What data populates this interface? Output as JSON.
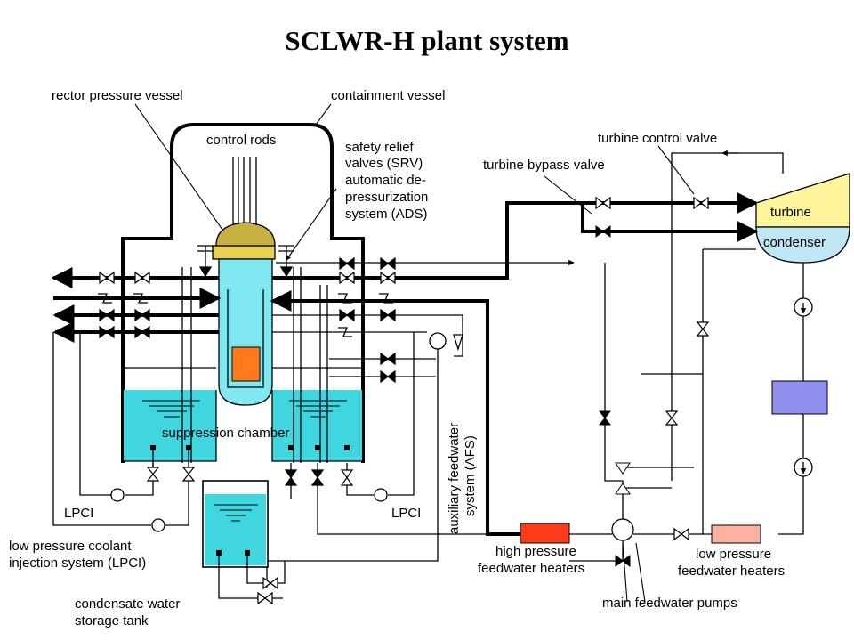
{
  "title": "SCLWR-H plant system",
  "labels": {
    "rpv": "rector pressure vessel",
    "containment": "containment vessel",
    "control_rods": "control rods",
    "srv_1": "safety relief",
    "srv_2": "valves (SRV)",
    "srv_3": "automatic de-",
    "srv_4": "pressurization",
    "srv_5": "system (ADS)",
    "turbine_control_valve": "turbine control valve",
    "turbine_bypass_valve": "turbine bypass valve",
    "turbine": "turbine",
    "condenser": "condenser",
    "suppression_chamber": "suppression chamber",
    "afs_1": "auxiliary feedwater",
    "afs_2": "system (AFS)",
    "lpci_left": "LPCI",
    "lpci_right": "LPCI",
    "lpci_sys_1": "low pressure coolant",
    "lpci_sys_2": "injection system (LPCI)",
    "cst_1": "condensate water",
    "cst_2": "storage tank",
    "hp_1": "high pressure",
    "hp_2": "feedwater heaters",
    "lp_1": "low pressure",
    "lp_2": "feedwater heaters",
    "mfp": "main feedwater pumps"
  },
  "colors": {
    "water": "#40d6e0",
    "vessel": "#80e8f0",
    "core": "#ff7a1a",
    "head": "#c8b040",
    "turbine": "#fff59a",
    "condenser": "#bfe7f5",
    "heater_hp": "#ff3a1a",
    "heater_lp": "#ffb0a0",
    "cooler": "#9090ee"
  }
}
